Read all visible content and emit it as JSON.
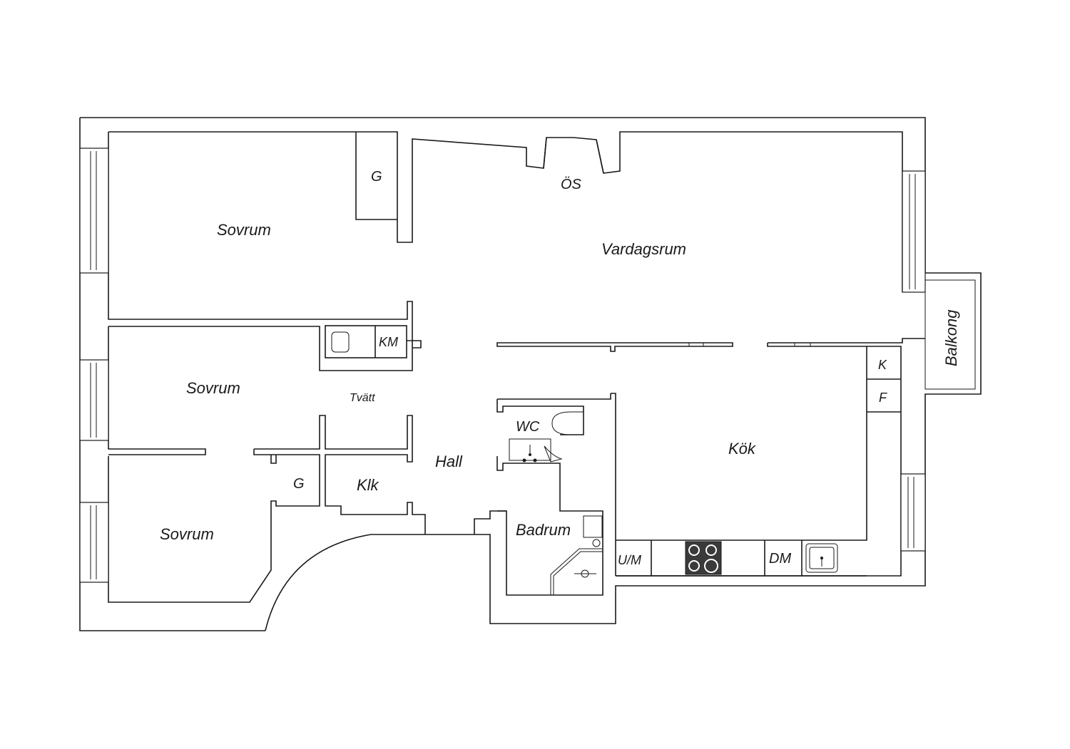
{
  "rooms": {
    "sovrum_top": "Sovrum",
    "sovrum_mid": "Sovrum",
    "sovrum_bottom": "Sovrum",
    "vardagsrum": "Vardagsrum",
    "kok": "Kök",
    "hall": "Hall",
    "badrum": "Badrum",
    "wc": "WC",
    "tvatt": "Tvätt",
    "klk": "Klk",
    "balkong": "Balkong"
  },
  "fixtures": {
    "g_top": "G",
    "g_bottom": "G",
    "km": "KM",
    "os": "ÖS",
    "k": "K",
    "f": "F",
    "um": "U/M",
    "dm": "DM"
  },
  "icons": [
    "stove-icon",
    "sink-icon",
    "toilet-icon",
    "washbasin-icon",
    "shower-icon",
    "washer-icon"
  ],
  "colors": {
    "line": "#1a1a1a",
    "background": "#ffffff",
    "stove": "#3a3a3a"
  }
}
